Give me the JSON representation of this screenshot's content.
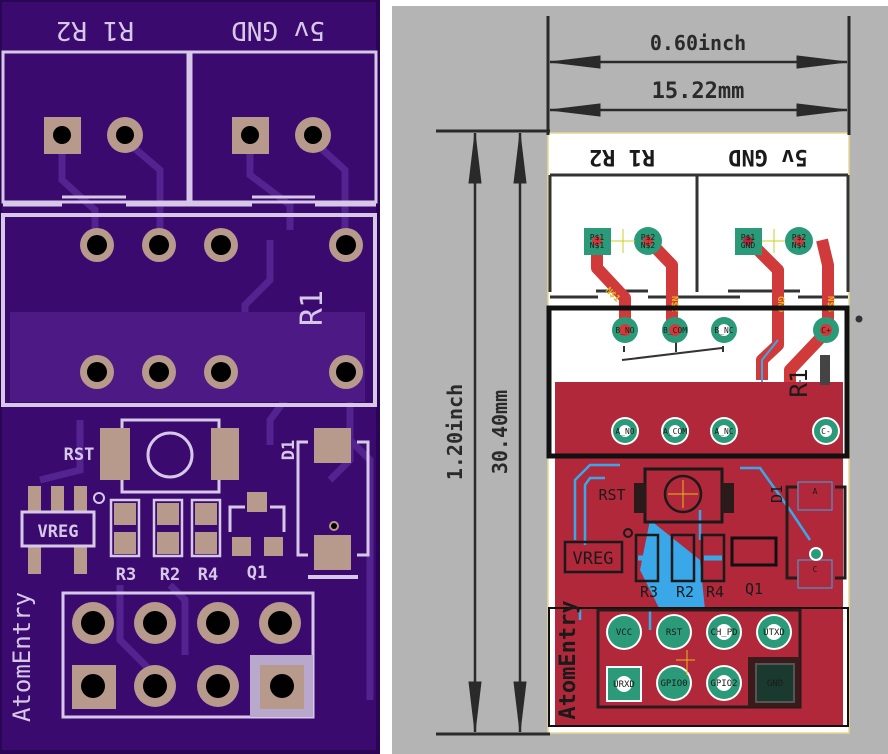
{
  "colors": {
    "board_purple": "#3a0a6e",
    "board_purple_light": "#4d1a85",
    "silkscreen": "#d8c8e8",
    "pad_copper": "#b89a8c",
    "drill": "#000000",
    "cad_background": "#b4b4b4",
    "cad_board": "#ffffff",
    "copper_top": "#b0283a",
    "copper_trace": "#d13a3a",
    "copper_bottom": "#3aa8e8",
    "pad_green": "#2a9a78",
    "outline_black": "#1a1a1a",
    "dimension_ink": "#2a2a2a",
    "trace_label": "#e8b820"
  },
  "render_view": {
    "header_labels": {
      "left": "R1 R2",
      "right": "5v GND"
    },
    "relay_label": "R1",
    "components": {
      "reset_button": "RST",
      "regulator": "VREG",
      "resistors": [
        "R3",
        "R2",
        "R4"
      ],
      "transistor": "Q1",
      "diode": "D1"
    },
    "brand": "AtomEntry"
  },
  "cad_view": {
    "dimensions": {
      "width_inch": "0.60inch",
      "width_mm": "15.22mm",
      "height_inch": "1.20inch",
      "height_mm": "30.40mm"
    },
    "header_labels": {
      "left": "R1 R2",
      "right": "5v GND"
    },
    "terminal_pads": [
      {
        "name": "P$1",
        "net": "N$1"
      },
      {
        "name": "P$2",
        "net": "N$2"
      },
      {
        "name": "P$1",
        "net": "GND"
      },
      {
        "name": "P$2",
        "net": "N$4"
      }
    ],
    "trace_labels": [
      "N$1",
      "N$2",
      "GND",
      "N$4"
    ],
    "relay_pads_top": [
      "B_NO",
      "B_COM",
      "B_NC",
      "C+"
    ],
    "relay_pads_bottom": [
      "A_NO",
      "A_COM",
      "A_NC",
      "C-"
    ],
    "relay_label": "R1",
    "components": {
      "reset_button": "RST",
      "regulator": "VREG",
      "resistors": [
        "R3",
        "R2",
        "R4"
      ],
      "transistor": "Q1",
      "diode": "D1",
      "diode_pads": [
        "A",
        "C"
      ]
    },
    "header_pins": [
      "VCC",
      "RST",
      "CH_PD",
      "UTXD",
      "URXD",
      "GPIO0",
      "GPIO2",
      "GND"
    ],
    "brand": "AtomEntry"
  }
}
